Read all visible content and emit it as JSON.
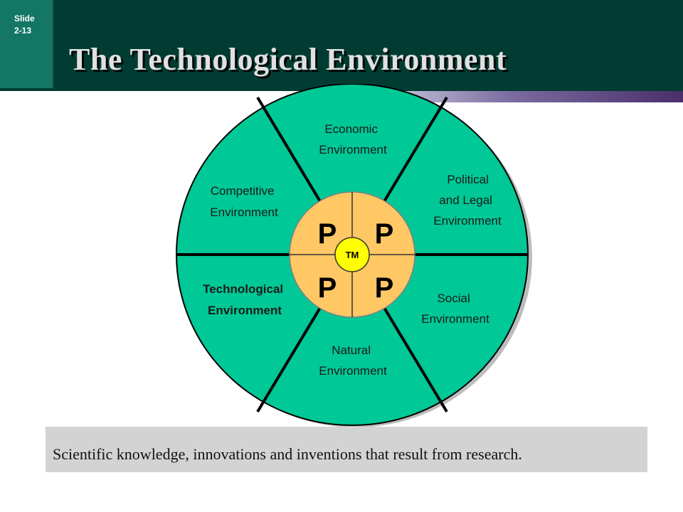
{
  "slide": {
    "label_line1": "Slide",
    "label_line2": "2-13"
  },
  "title": "The Technological Environment",
  "diagram": {
    "segments": [
      {
        "lines": [
          "Economic",
          "Environment"
        ]
      },
      {
        "lines": [
          "Political",
          "and Legal",
          "Environment"
        ]
      },
      {
        "lines": [
          "Social",
          "Environment"
        ]
      },
      {
        "lines": [
          "Natural",
          "Environment"
        ]
      },
      {
        "lines": [
          "Technological",
          "Environment"
        ]
      },
      {
        "lines": [
          "Competitive",
          "Environment"
        ]
      }
    ],
    "center": {
      "p1": "P",
      "p2": "P",
      "p3": "P",
      "p4": "P",
      "tm": "TM"
    }
  },
  "caption": "Scientific knowledge, innovations and inventions that result from research.",
  "colors": {
    "header": "#003c32",
    "tab": "#137764",
    "wheel_fill": "#00c896",
    "center_fill": "#ffc864",
    "tm_fill": "#ffff00",
    "caption_bg": "#d3d3d3"
  }
}
